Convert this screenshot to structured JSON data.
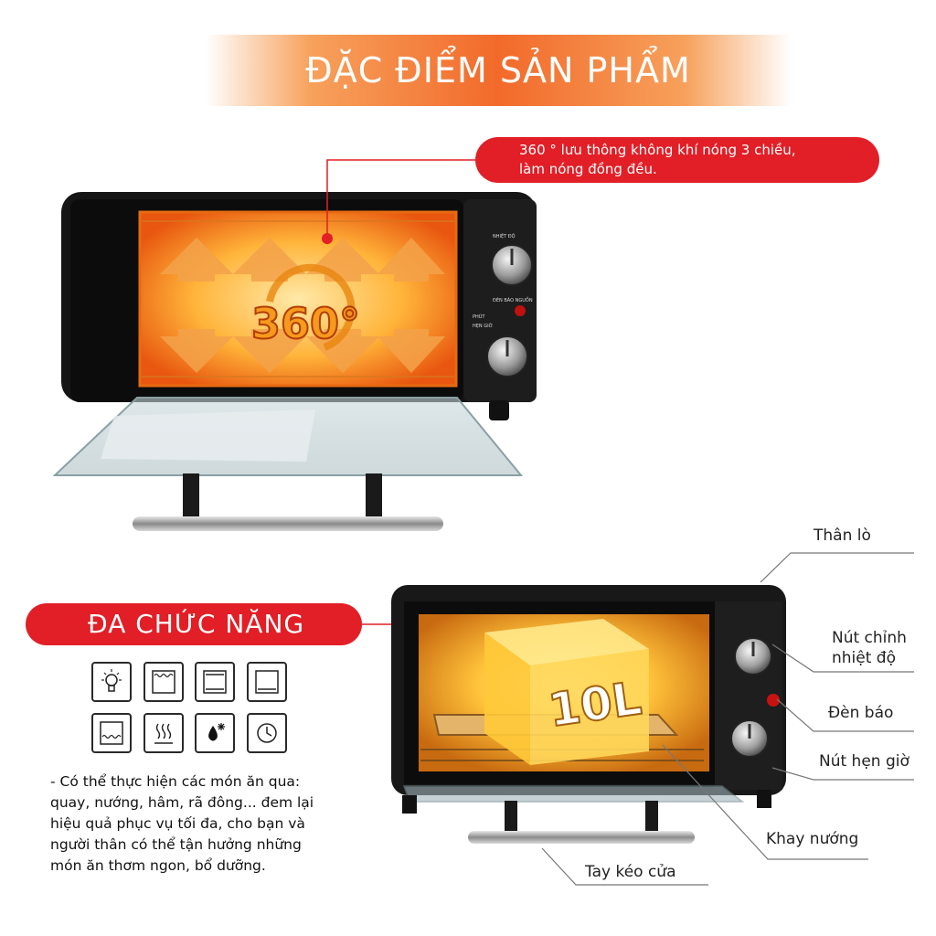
{
  "header": {
    "title": "ĐẶC ĐIỂM SẢN PHẨM"
  },
  "callout_airflow": {
    "line1": "360 ° lưu thông không khí nóng 3 chiều,",
    "line2": "làm nóng đồng đều."
  },
  "oven_top": {
    "badge": "360°",
    "knob_labels": [
      "NHIỆT ĐỘ",
      "ĐÈN BÁO NGUỒN",
      "PHÚT",
      "HẸN GIỜ"
    ]
  },
  "multi_function": {
    "title": "ĐA CHỨC NĂNG",
    "icons": [
      "bulb-icon",
      "top-heat-icon",
      "bottom-heat-icon",
      "top-bottom-heat-icon",
      "rotisserie-icon",
      "steam-heat-icon",
      "defrost-icon",
      "clock-icon"
    ],
    "description": [
      "- Có thể thực hiện các món ăn qua:",
      "quay, nướng, hâm, rã đông... đem lại",
      "hiệu quả phục vụ tối đa, cho bạn và",
      "người thân có thể tận hưởng những",
      "món ăn thơm ngon, bổ dưỡng."
    ]
  },
  "oven_bottom": {
    "capacity": "10L",
    "parts": {
      "body": "Thân lò",
      "temp_knob_line1": "Nút chỉnh",
      "temp_knob_line2": "nhiệt độ",
      "indicator": "Đèn báo",
      "timer": "Nút hẹn giờ",
      "tray": "Khay nướng",
      "handle": "Tay kéo cửa"
    }
  },
  "colors": {
    "accent_red": "#e21e26",
    "header_orange": "#f26a2a",
    "oven_body": "#1b1b1b",
    "glow": "#ffb02e"
  }
}
